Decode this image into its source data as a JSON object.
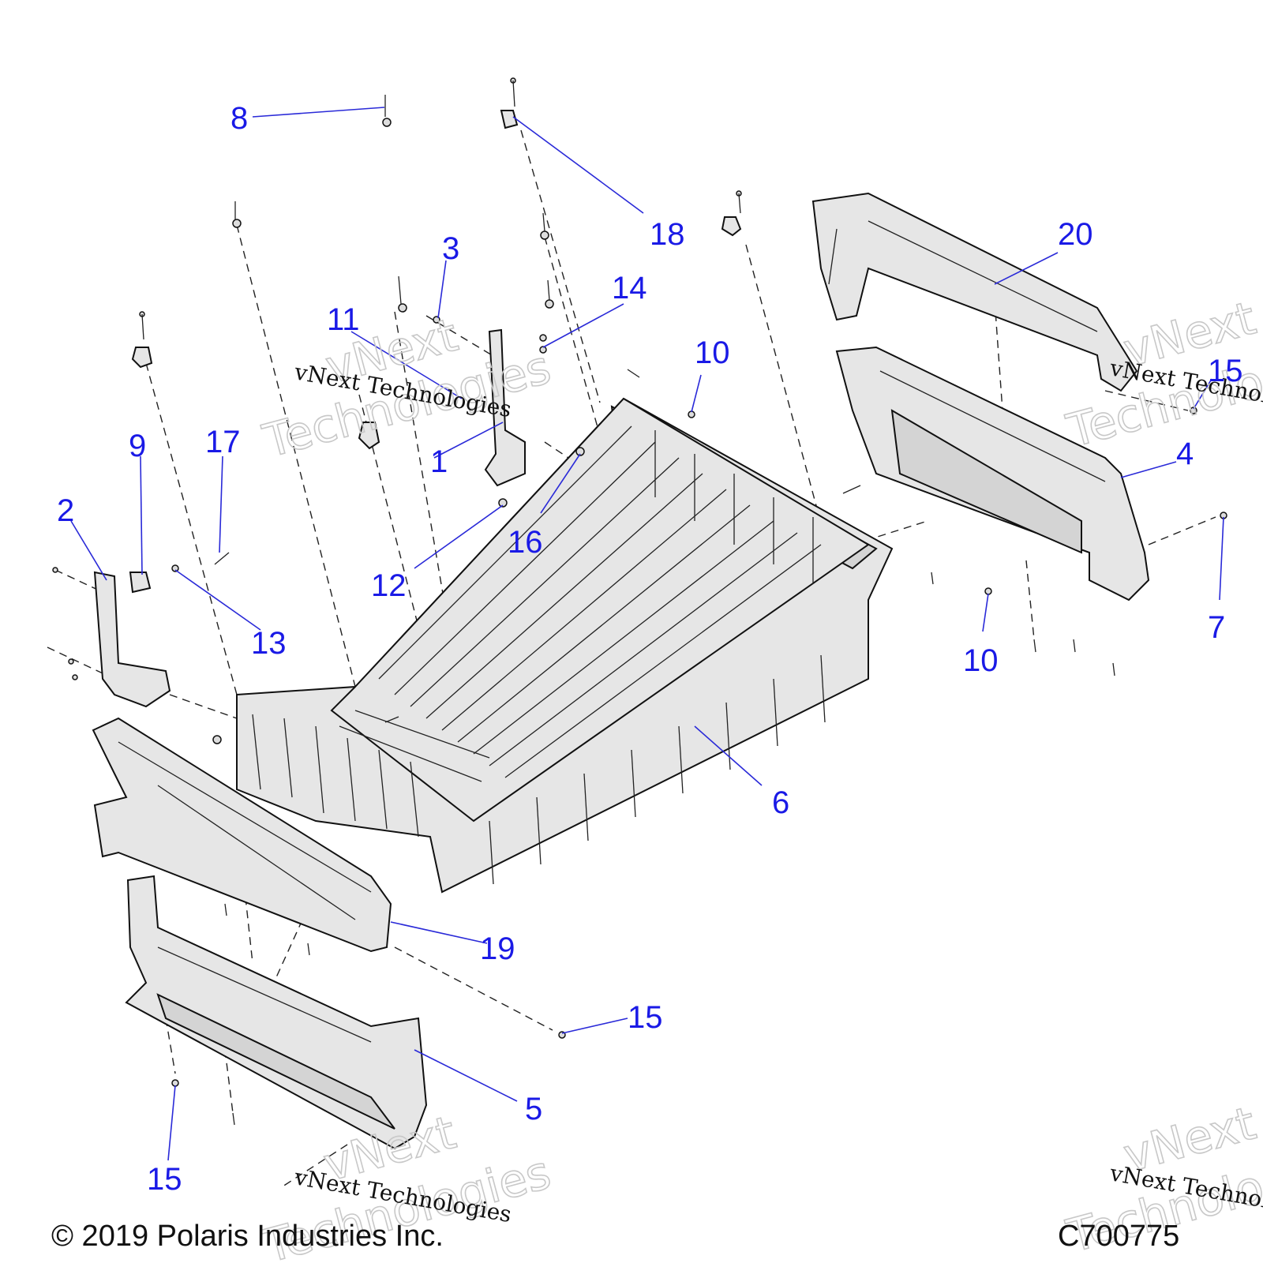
{
  "diagram": {
    "callouts": [
      {
        "id": "1",
        "label": "1"
      },
      {
        "id": "2",
        "label": "2"
      },
      {
        "id": "3",
        "label": "3"
      },
      {
        "id": "4",
        "label": "4"
      },
      {
        "id": "5",
        "label": "5"
      },
      {
        "id": "6",
        "label": "6"
      },
      {
        "id": "7",
        "label": "7"
      },
      {
        "id": "8",
        "label": "8"
      },
      {
        "id": "9",
        "label": "9"
      },
      {
        "id": "10a",
        "label": "10"
      },
      {
        "id": "10b",
        "label": "10"
      },
      {
        "id": "11",
        "label": "11"
      },
      {
        "id": "12",
        "label": "12"
      },
      {
        "id": "13",
        "label": "13"
      },
      {
        "id": "14",
        "label": "14"
      },
      {
        "id": "15a",
        "label": "15"
      },
      {
        "id": "15b",
        "label": "15"
      },
      {
        "id": "15c",
        "label": "15"
      },
      {
        "id": "16",
        "label": "16"
      },
      {
        "id": "17",
        "label": "17"
      },
      {
        "id": "18",
        "label": "18"
      },
      {
        "id": "19",
        "label": "19"
      },
      {
        "id": "20",
        "label": "20"
      }
    ],
    "watermark_text": "vNext Technologies",
    "watermark_outline_a": "vNext",
    "watermark_outline_b": "Technologies",
    "copyright": "© 2019 Polaris Industries Inc.",
    "drawing_number": "C700775",
    "callout_color": "#1a1ae6"
  }
}
